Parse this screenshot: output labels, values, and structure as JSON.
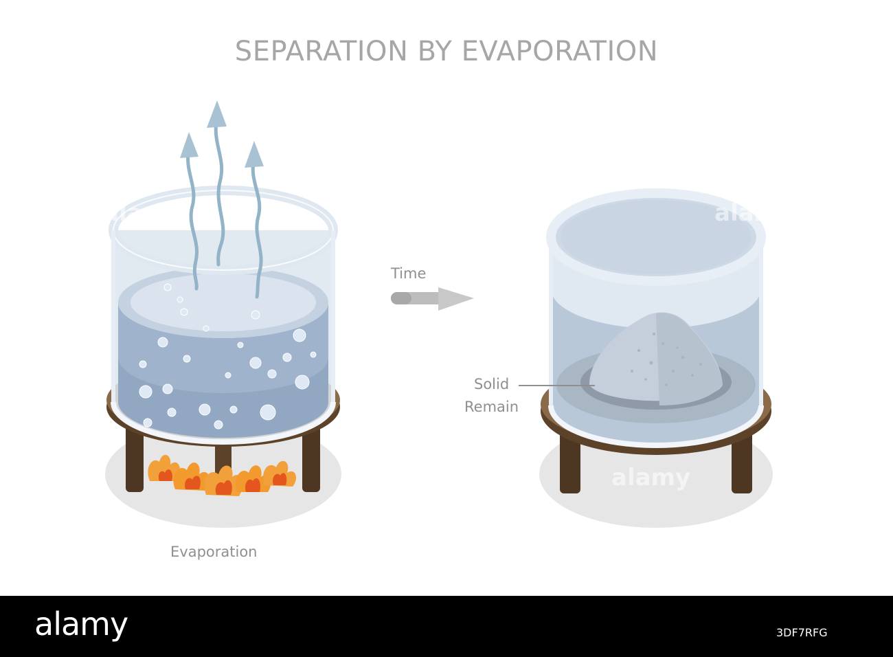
{
  "title": "SEPARATION BY EVAPORATION",
  "labels": {
    "time": "Time",
    "evaporation": "Evaporation",
    "solid": "Solid",
    "remain": "Remain"
  },
  "watermarks": [
    "alamy",
    "alamy",
    "alamy"
  ],
  "footer": {
    "logo": "alamy",
    "image_id": "3DF7RFG"
  },
  "colors": {
    "title": "#a6a6a6",
    "label": "#8f8f8f",
    "glass": "#c9d6e4",
    "water": "#9fb3cc",
    "table": "#7a5a3a",
    "legs": "#4d3722",
    "flame": "#f2a03a",
    "vapor": "#93b3c6"
  }
}
